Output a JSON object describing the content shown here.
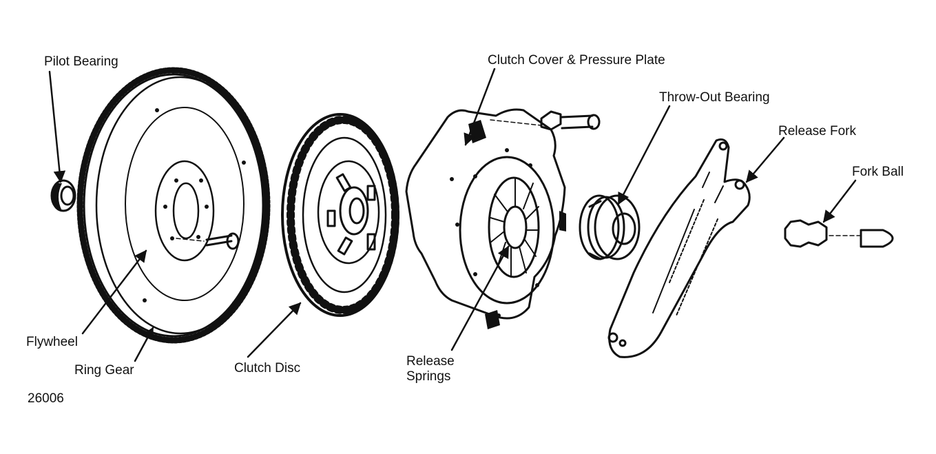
{
  "labels": {
    "pilot_bearing": "Pilot Bearing",
    "flywheel": "Flywheel",
    "ring_gear": "Ring Gear",
    "clutch_disc": "Clutch Disc",
    "clutch_cover": "Clutch Cover & Pressure Plate",
    "release_springs_1": "Release",
    "release_springs_2": "Springs",
    "throwout_bearing": "Throw-Out Bearing",
    "release_fork": "Release Fork",
    "fork_ball": "Fork Ball",
    "figure_number": "26006"
  },
  "colors": {
    "ink": "#111111",
    "paper": "#ffffff"
  }
}
